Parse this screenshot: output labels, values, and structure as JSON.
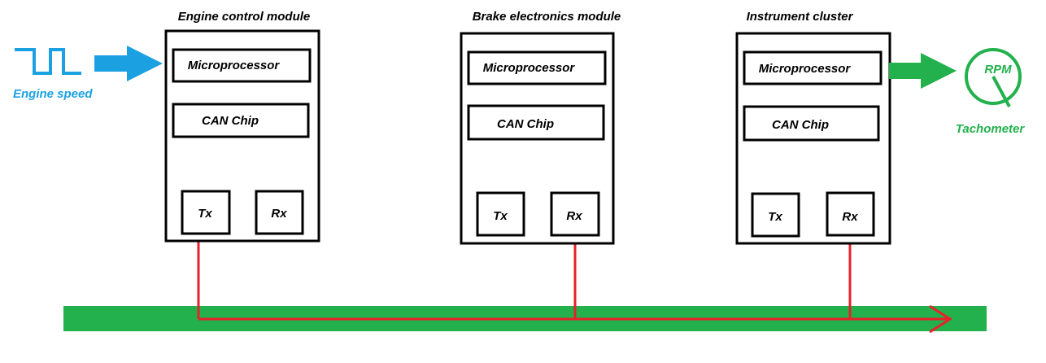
{
  "colors": {
    "bus": "#22b14c",
    "wire": "#e8202a",
    "input": "#1ba1e2",
    "output": "#22b14c",
    "outline": "#000000"
  },
  "modules": [
    {
      "title": "Engine control module",
      "microprocessor_label": "Microprocessor",
      "can_chip_label": "CAN Chip",
      "tx_label": "Tx",
      "rx_label": "Rx"
    },
    {
      "title": "Brake electronics module",
      "microprocessor_label": "Microprocessor",
      "can_chip_label": "CAN Chip",
      "tx_label": "Tx",
      "rx_label": "Rx"
    },
    {
      "title": "Instrument cluster",
      "microprocessor_label": "Microprocessor",
      "can_chip_label": "CAN Chip",
      "tx_label": "Tx",
      "rx_label": "Rx"
    }
  ],
  "input": {
    "label": "Engine speed",
    "icon": "square-wave-icon"
  },
  "output": {
    "gauge_label": "RPM",
    "label": "Tachometer",
    "icon": "tachometer-gauge-icon"
  }
}
